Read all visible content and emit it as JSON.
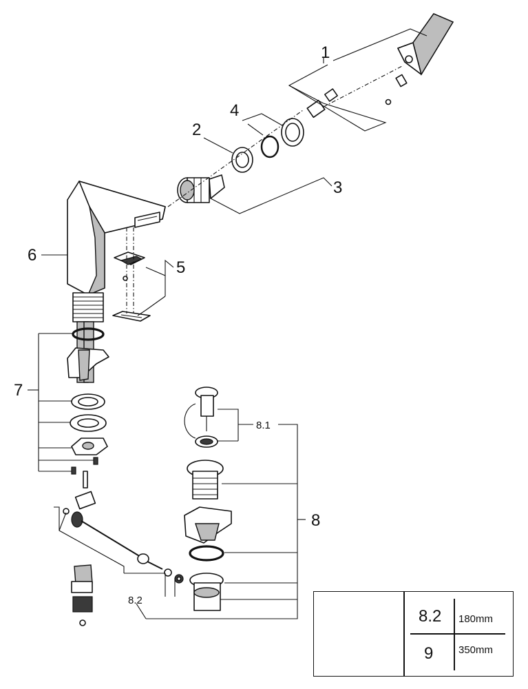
{
  "callouts": {
    "c1": "1",
    "c2": "2",
    "c3": "3",
    "c4": "4",
    "c5": "5",
    "c6": "6",
    "c7": "7",
    "c8": "8",
    "c81": "8.1",
    "c82": "8.2"
  },
  "length_table": {
    "rows": [
      {
        "code": "8.2",
        "length": "180mm"
      },
      {
        "code": "9",
        "length": "350mm"
      }
    ]
  }
}
